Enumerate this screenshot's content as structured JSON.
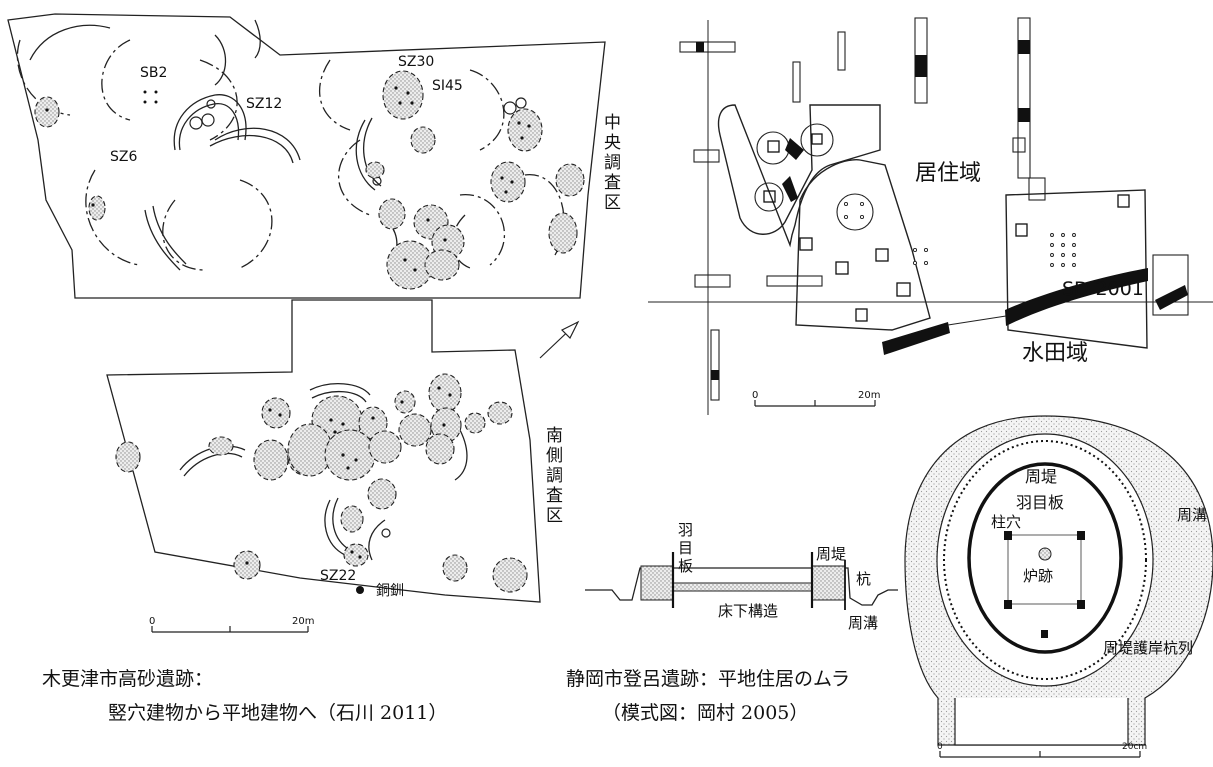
{
  "left_map": {
    "labels": {
      "sb2": "SB2",
      "sz6": "SZ6",
      "sz12": "SZ12",
      "sz30": "SZ30",
      "si45": "SI45",
      "sz22": "SZ22",
      "bronze": "銅釧"
    },
    "zone_central": [
      "中",
      "央",
      "調",
      "査",
      "区"
    ],
    "zone_south": [
      "南",
      "側",
      "調",
      "査",
      "区"
    ],
    "scale": {
      "zero": "0",
      "end": "20m"
    }
  },
  "right_map": {
    "labels": {
      "residential": "居住域",
      "sd2001": "SD-2001",
      "paddy": "水田域"
    },
    "scale": {
      "zero": "0",
      "end": "20m"
    }
  },
  "section_diagram": {
    "haimeita": [
      "羽",
      "目",
      "板"
    ],
    "shuutei": "周堤",
    "kui": "杭",
    "yukashita": "床下構造",
    "shuukou": "周溝"
  },
  "plan_diagram": {
    "shuutei": "周堤",
    "haimeita": "羽目板",
    "shuukou": "周溝",
    "hashira_ana": "柱穴",
    "roato": "炉跡",
    "gogan": "周堤護岸杭列",
    "scale": {
      "zero": "0",
      "end": "20cm"
    }
  },
  "captions": {
    "left_line1": "木更津市高砂遺跡：",
    "left_line2": "竪穴建物から平地建物へ（石川 2011）",
    "right_line1": "静岡市登呂遺跡：平地住居のムラ",
    "right_line2": "（模式図：岡村 2005）"
  }
}
